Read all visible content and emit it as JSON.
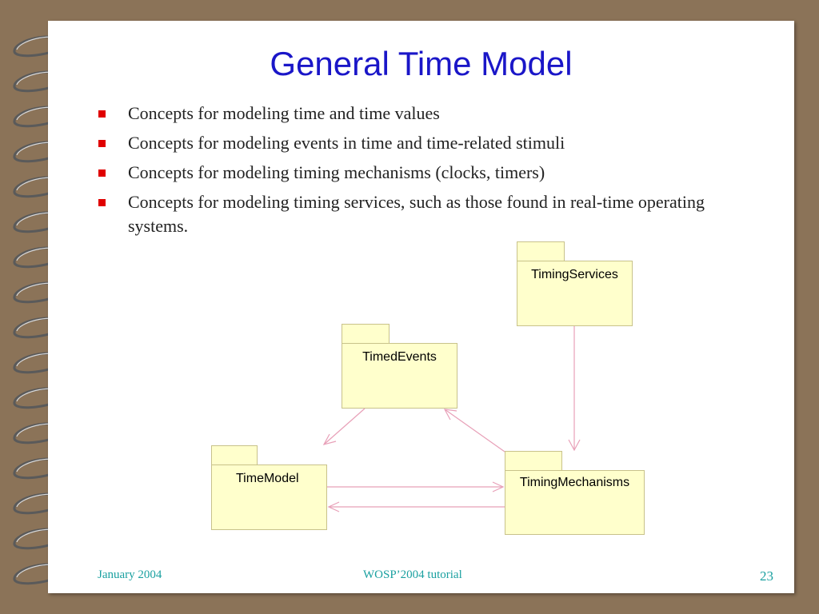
{
  "slide": {
    "title": "General Time Model",
    "bullets": [
      "Concepts for modeling time and time values",
      "Concepts for modeling events in time and time-related stimuli",
      "Concepts for modeling timing mechanisms (clocks, timers)",
      "Concepts for modeling timing services, such as those found in real-time operating systems."
    ],
    "footer": {
      "date": "January 2004",
      "event": "WOSP’2004 tutorial",
      "page": "23"
    }
  },
  "diagram": {
    "packages": [
      {
        "id": "timing-services",
        "label": "TimingServices"
      },
      {
        "id": "timed-events",
        "label": "TimedEvents"
      },
      {
        "id": "time-model",
        "label": "TimeModel"
      },
      {
        "id": "timing-mechanisms",
        "label": "TimingMechanisms"
      }
    ],
    "dependencies": [
      {
        "from": "TimingServices",
        "to": "TimingMechanisms"
      },
      {
        "from": "TimedEvents",
        "to": "TimeModel"
      },
      {
        "from": "TimingMechanisms",
        "to": "TimedEvents"
      },
      {
        "from": "TimeModel",
        "to": "TimingMechanisms"
      },
      {
        "from": "TimingMechanisms",
        "to": "TimeModel"
      }
    ]
  },
  "colors": {
    "background": "#8b7358",
    "title": "#1a16c8",
    "bullet": "#e00000",
    "package_fill": "#ffffcc",
    "arrow": "#e8a0b8",
    "footer": "#1aa0a0"
  }
}
